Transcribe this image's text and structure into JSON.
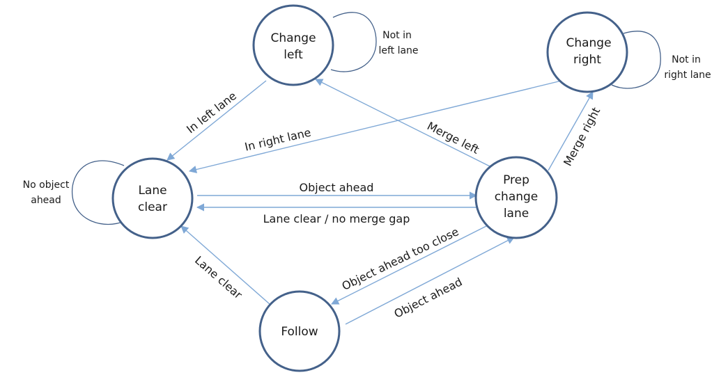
{
  "colors": {
    "state_stroke": "#44618a",
    "edge": "#7fa8d6",
    "text": "#1a1a1a"
  },
  "states": {
    "lane_clear": {
      "lines": [
        "Lane",
        "clear"
      ]
    },
    "change_left": {
      "lines": [
        "Change",
        "left"
      ]
    },
    "change_right": {
      "lines": [
        "Change",
        "right"
      ]
    },
    "prep_change": {
      "lines": [
        "Prep",
        "change",
        "lane"
      ]
    },
    "follow": {
      "lines": [
        "Follow"
      ]
    }
  },
  "self_loops": {
    "lane_clear": {
      "lines": [
        "No object",
        "ahead"
      ]
    },
    "change_left": {
      "lines": [
        "Not in",
        "left lane"
      ]
    },
    "change_right": {
      "lines": [
        "Not in",
        "right lane"
      ]
    }
  },
  "transitions": {
    "lane_clear_to_prep": "Object ahead",
    "prep_to_lane_clear": "Lane clear / no merge gap",
    "change_left_to_lane_clear": "In left lane",
    "change_right_to_lane_clear": "In right lane",
    "prep_to_change_left": "Merge left",
    "prep_to_change_right": "Merge right",
    "prep_to_follow": "Object ahead too close",
    "follow_to_prep": "Object ahead",
    "follow_to_lane_clear": "Lane clear"
  }
}
